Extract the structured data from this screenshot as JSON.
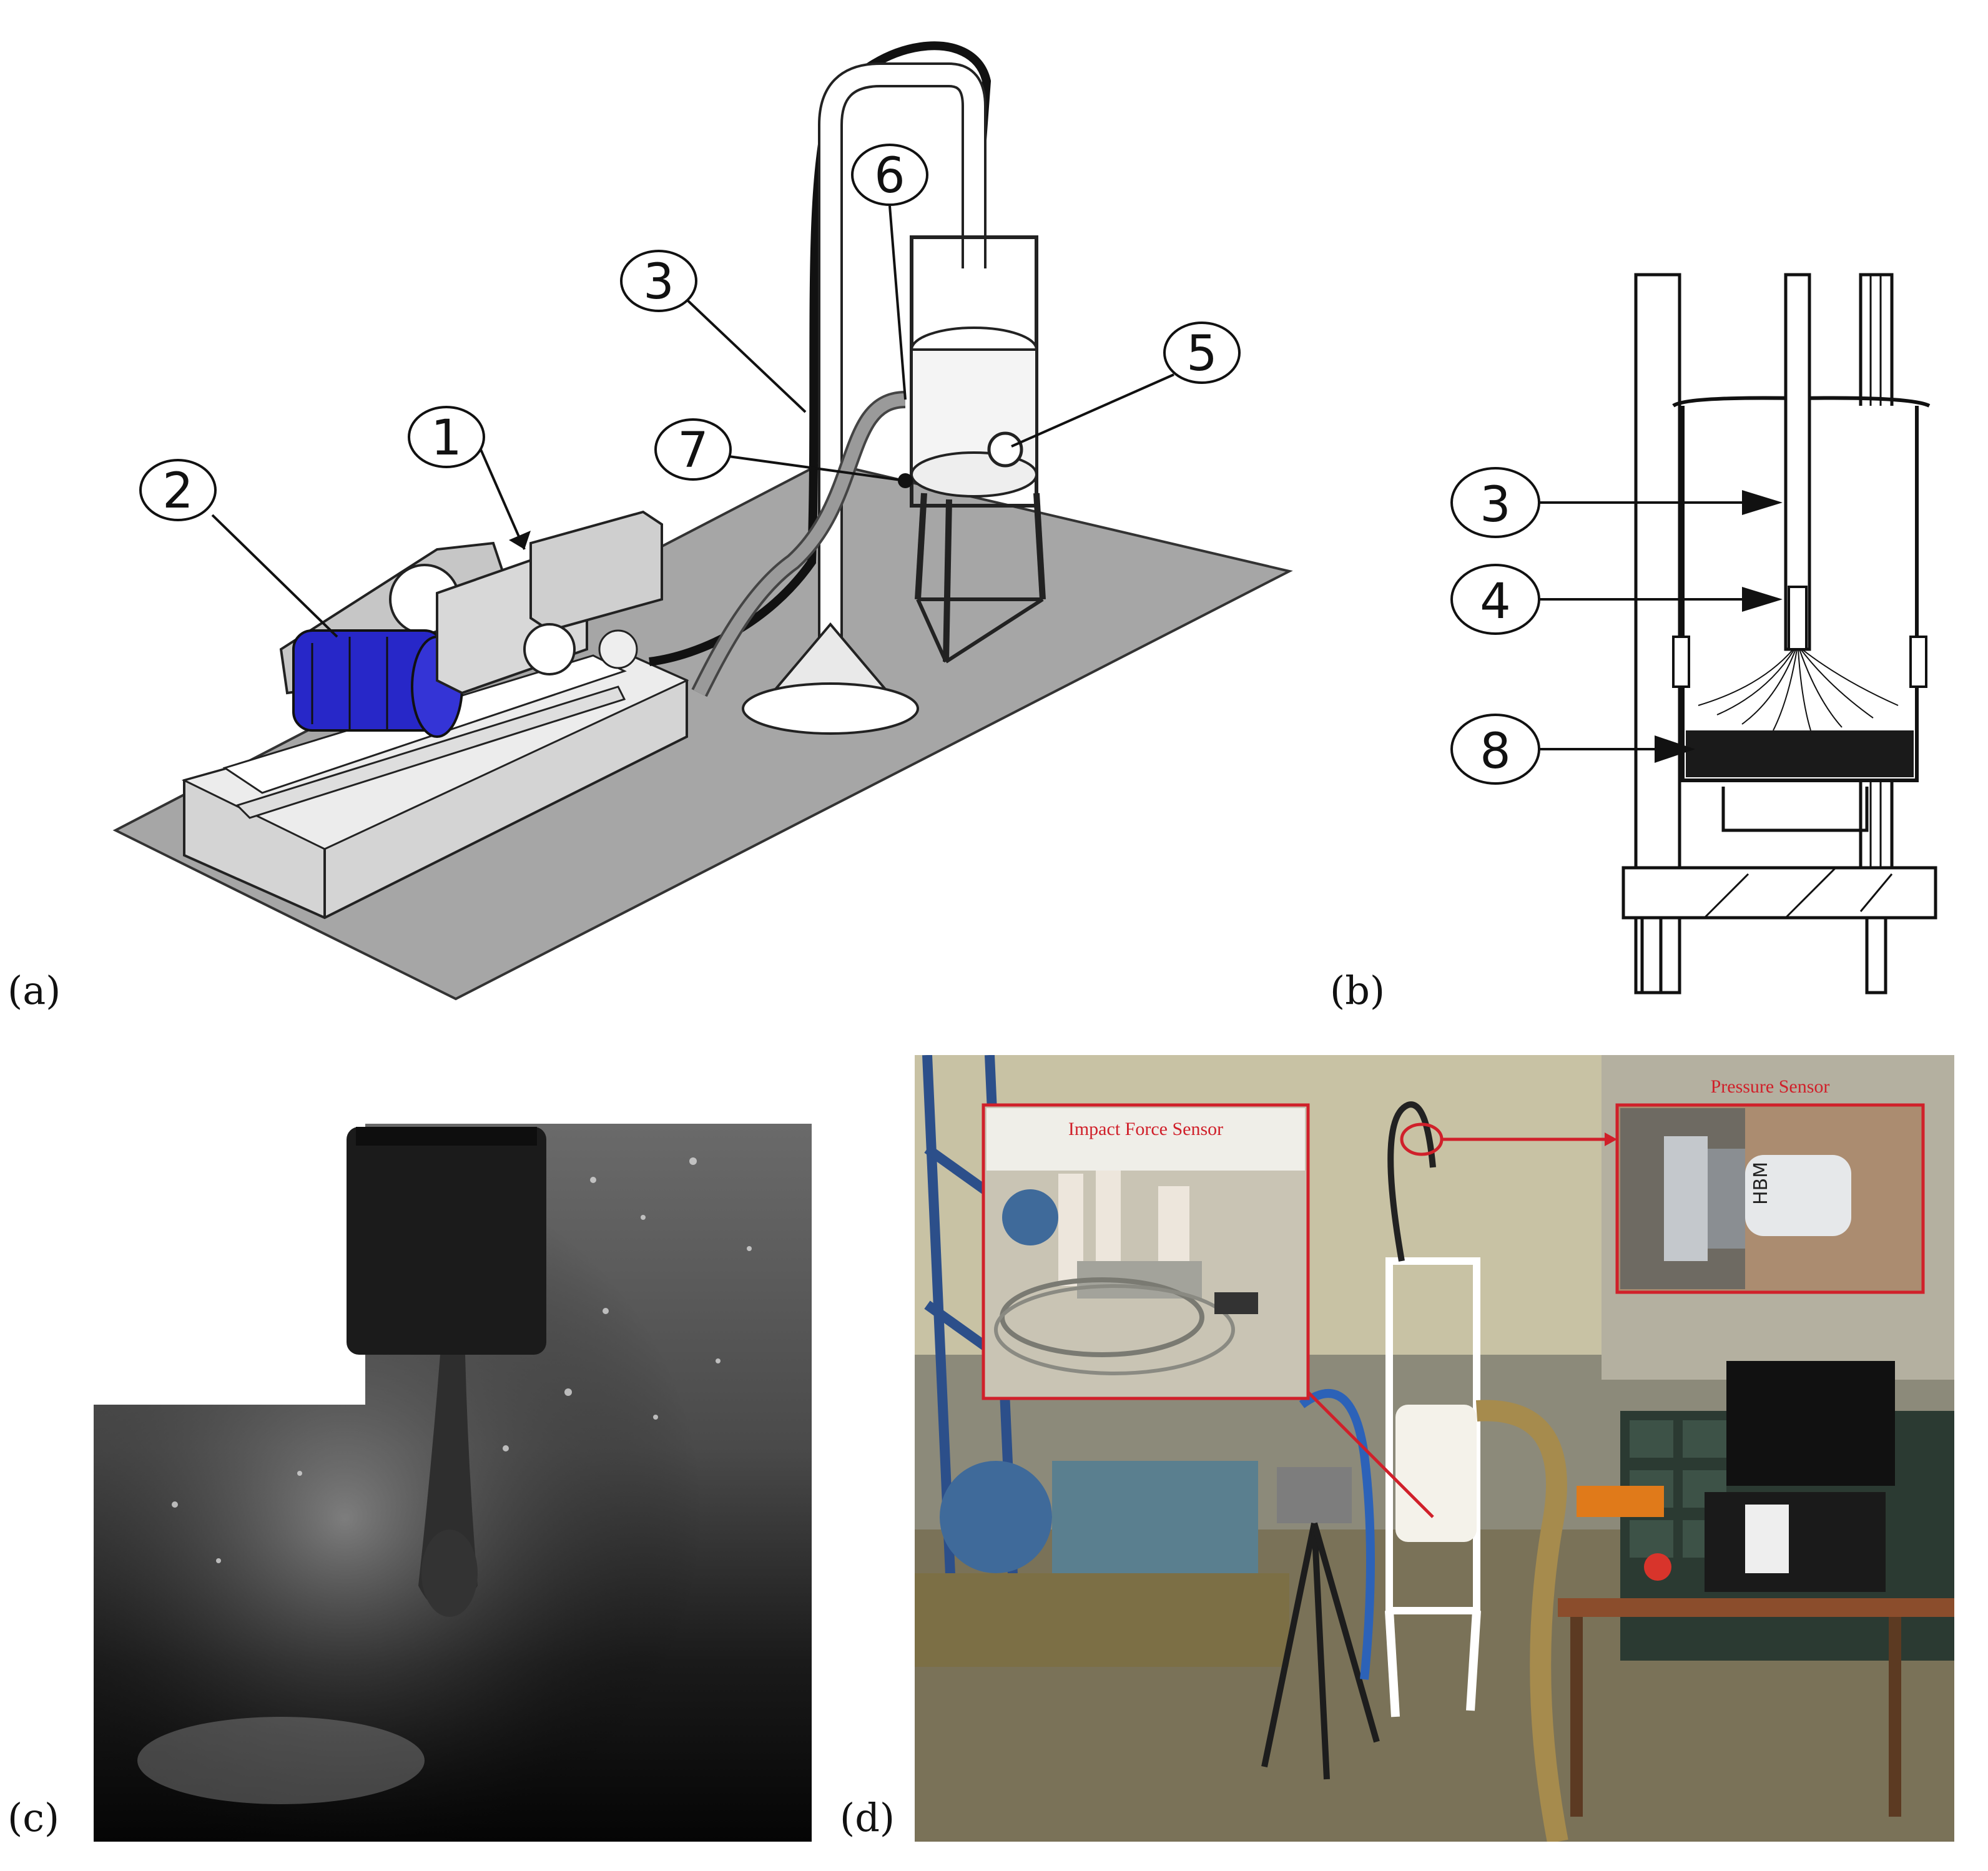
{
  "panels": {
    "a": {
      "label": "(a)",
      "callouts": [
        "1",
        "2",
        "3",
        "5",
        "6",
        "7"
      ]
    },
    "b": {
      "label": "(b)",
      "callouts": [
        "3",
        "4",
        "8"
      ]
    },
    "c": {
      "label": "(c)"
    },
    "d": {
      "label": "(d)",
      "insets": {
        "impact_force": "Impact Force Sensor",
        "pressure": "Pressure Sensor"
      },
      "sensor_brand": "HBM"
    }
  },
  "colors": {
    "motor_blue": "#2727c8",
    "inset_red": "#d0202a",
    "floor_gray": "#a6a6a6"
  }
}
